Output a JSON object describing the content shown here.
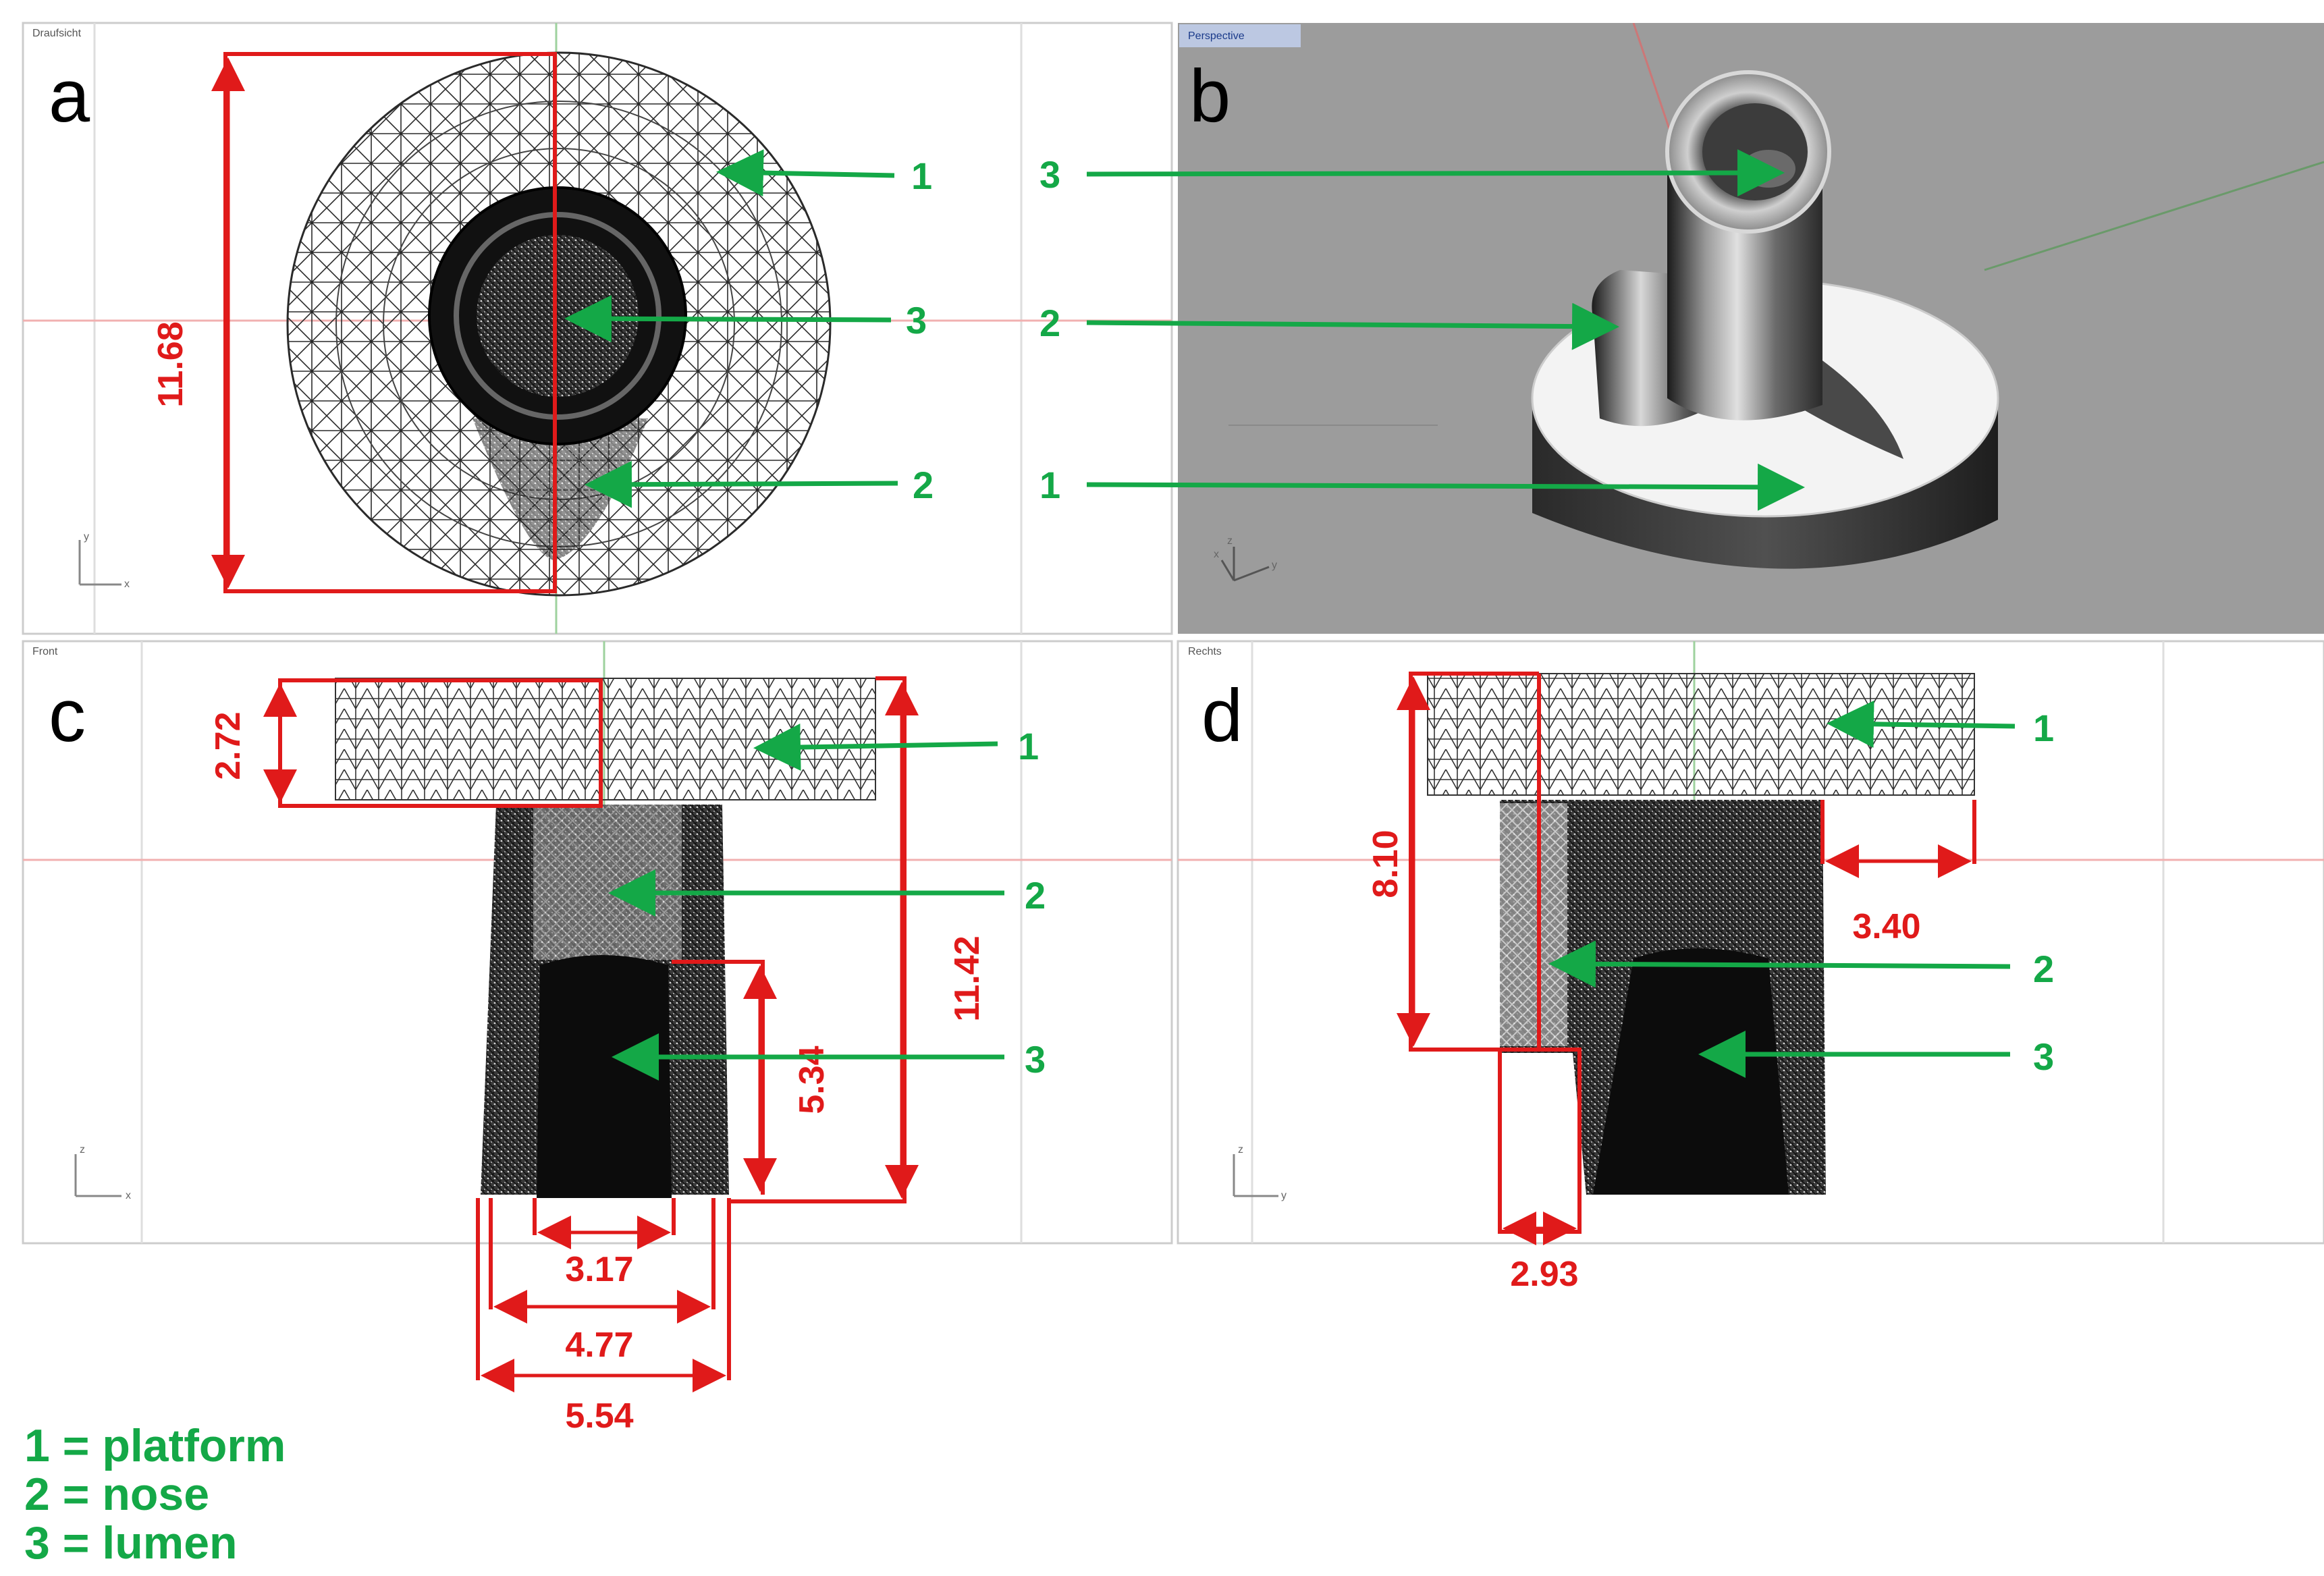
{
  "panels": {
    "a": {
      "label": "a",
      "viewport": "Draufsicht",
      "callouts": [
        "1",
        "3",
        "2"
      ],
      "dims": [
        "11.68"
      ]
    },
    "b": {
      "label": "b",
      "viewport": "Perspective",
      "callouts": [
        "3",
        "2",
        "1"
      ]
    },
    "c": {
      "label": "c",
      "viewport": "Front",
      "callouts": [
        "1",
        "2",
        "3"
      ],
      "dims": [
        "2.72",
        "11.42",
        "5.34",
        "3.17",
        "4.77",
        "5.54"
      ]
    },
    "d": {
      "label": "d",
      "viewport": "Rechts",
      "callouts": [
        "1",
        "2",
        "3"
      ],
      "dims": [
        "8.10",
        "3.40",
        "2.93"
      ]
    }
  },
  "legend": [
    "1 = platform",
    "2 = nose",
    "3 = lumen"
  ],
  "axes": {
    "x": "x",
    "y": "y",
    "z": "z"
  },
  "colors": {
    "callout": "#14a847",
    "dimension": "#e01a1a",
    "viewport_bg": "#ffffff",
    "perspective_bg": "#9c9c9c"
  }
}
